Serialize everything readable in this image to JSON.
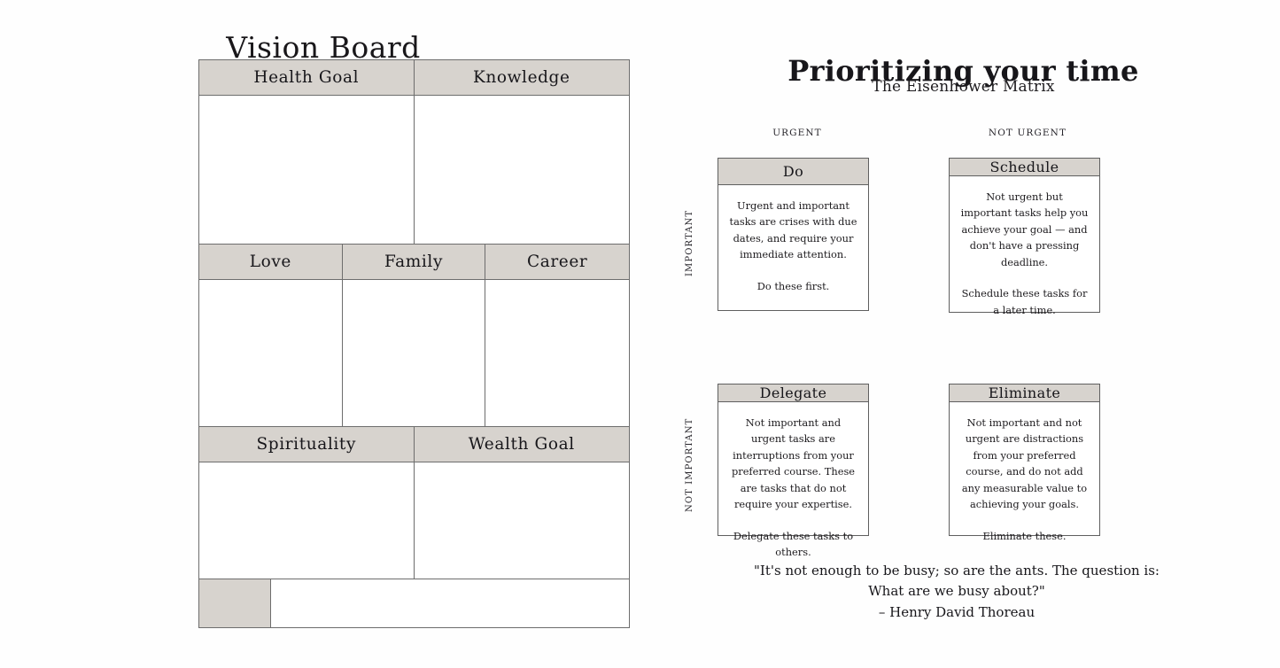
{
  "vision_board": {
    "title": "Vision Board",
    "rows": [
      {
        "type": "header",
        "cells": [
          {
            "label": "Health Goal",
            "width": "half"
          },
          {
            "label": "Knowledge",
            "width": "half"
          }
        ]
      },
      {
        "type": "body",
        "cells": [
          {
            "label": "",
            "width": "half"
          },
          {
            "label": "",
            "width": "half"
          }
        ]
      },
      {
        "type": "header",
        "cells": [
          {
            "label": "Love",
            "width": "third"
          },
          {
            "label": "Family",
            "width": "third"
          },
          {
            "label": "Career",
            "width": "third"
          }
        ]
      },
      {
        "type": "body",
        "cells": [
          {
            "label": "",
            "width": "third"
          },
          {
            "label": "",
            "width": "third"
          },
          {
            "label": "",
            "width": "third"
          }
        ]
      },
      {
        "type": "header",
        "cells": [
          {
            "label": "Spirituality",
            "width": "half"
          },
          {
            "label": "Wealth Goal",
            "width": "half"
          }
        ]
      },
      {
        "type": "body",
        "cells": [
          {
            "label": "",
            "width": "half"
          },
          {
            "label": "",
            "width": "half"
          }
        ]
      },
      {
        "type": "footer",
        "cells": [
          {
            "label": "",
            "width": "small",
            "filled": true
          },
          {
            "label": "",
            "width": "big",
            "filled": false
          }
        ]
      }
    ]
  },
  "matrix": {
    "title": "Prioritizing your time",
    "subtitle": "The Eisenhower Matrix",
    "column_labels": [
      "URGENT",
      "NOT URGENT"
    ],
    "row_labels": [
      "IMPORTANT",
      "NOT IMPORTANT"
    ],
    "quadrants": [
      {
        "key": "do",
        "heading": "Do",
        "body": "Urgent and important tasks are crises with due dates, and require your immediate attention.",
        "action": "Do these first."
      },
      {
        "key": "schedule",
        "heading": "Schedule",
        "body": "Not urgent but important tasks help you achieve your goal — and don't have a pressing deadline.",
        "action": "Schedule these tasks for a later time."
      },
      {
        "key": "delegate",
        "heading": "Delegate",
        "body": "Not important and urgent tasks are interruptions from your preferred course. These are tasks that do not require your expertise.",
        "action": "Delegate these tasks to others."
      },
      {
        "key": "eliminate",
        "heading": "Eliminate",
        "body": "Not important and not urgent are distractions from your preferred course, and do not add any measurable value to achieving your goals.",
        "action": "Eliminate these."
      }
    ],
    "quote": {
      "text": "\"It's not enough to be busy; so are the ants. The question is: What are we busy about?\"",
      "attribution": "– Henry David Thoreau"
    }
  },
  "colors": {
    "header_fill": "#d7d3ce",
    "border": "#6d6d6d",
    "page_background": "#ffffff",
    "text": "#17161a"
  }
}
